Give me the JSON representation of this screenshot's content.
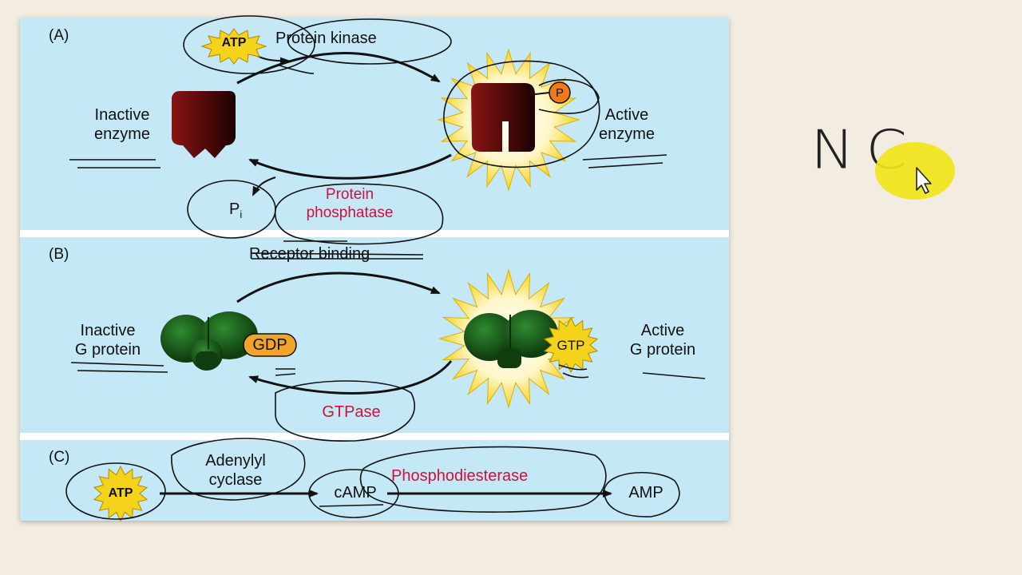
{
  "panel_a": {
    "letter": "(A)",
    "atp": "ATP",
    "kinase": "Protein kinase",
    "inactive_line1": "Inactive",
    "inactive_line2": "enzyme",
    "active_line1": "Active",
    "active_line2": "enzyme",
    "phosphate": "P",
    "pi": "P",
    "pi_sub": "i",
    "phosphatase_line1": "Protein",
    "phosphatase_line2": "phosphatase"
  },
  "panel_b": {
    "letter": "(B)",
    "receptor": "Receptor binding",
    "inactive_line1": "Inactive",
    "inactive_line2": "G protein",
    "gdp": "GDP",
    "gtp": "GTP",
    "active_line1": "Active",
    "active_line2": "G protein",
    "gtpase": "GTPase"
  },
  "panel_c": {
    "letter": "(C)",
    "atp": "ATP",
    "cyclase_line1": "Adenylyl",
    "cyclase_line2": "cyclase",
    "camp": "cAMP",
    "pde": "Phosphodiesterase",
    "amp": "AMP"
  },
  "annotation": {
    "handwritten": "NC"
  },
  "colors": {
    "panel_bg": "#c4e8f6",
    "enzyme": "#6b0f12",
    "g_protein": "#1e5e1e",
    "starburst": "#f5d21c",
    "phosphatase_text": "#d0103a",
    "gdp_badge": "#f0a42a",
    "cursor_highlight": "#f2e51a"
  }
}
